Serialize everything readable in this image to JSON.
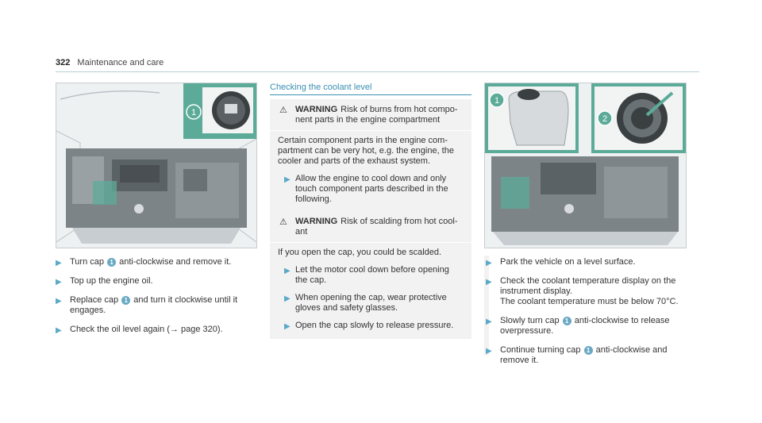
{
  "header": {
    "page_number": "322",
    "section": "Maintenance and care"
  },
  "left": {
    "steps": [
      {
        "pre": "Turn cap ",
        "num": "1",
        "post": " anti-clockwise and remove it."
      },
      {
        "pre": "Top up the engine oil.",
        "num": "",
        "post": ""
      },
      {
        "pre": "Replace cap ",
        "num": "1",
        "post": " and turn it clockwise until it engages."
      },
      {
        "pre": "Check the oil level again (",
        "arrow": "→",
        "post": " page 320)."
      }
    ]
  },
  "middle": {
    "title": "Checking the coolant level",
    "warning1": {
      "icon": "⚠",
      "label": "WARNING",
      "head": "Risk of burns from hot compo-nent parts in the engine compartment",
      "body": "Certain component parts in the engine com-partment can be very hot, e.g. the engine, the cooler and parts of the exhaust system.",
      "steps": [
        "Allow the engine to cool down and only touch component parts described in the following."
      ]
    },
    "warning2": {
      "icon": "⚠",
      "label": "WARNING",
      "head": "Risk of scalding from hot cool-ant",
      "body": "If you open the cap, you could be scalded.",
      "steps": [
        "Let the motor cool down before opening the cap.",
        "When opening the cap, wear protective gloves and safety glasses.",
        "Open the cap slowly to release pressure."
      ]
    }
  },
  "right": {
    "steps": [
      {
        "pre": "Park the vehicle on a level surface.",
        "num": "",
        "post": ""
      },
      {
        "pre": "Check the coolant temperature display on the instrument display.",
        "extra": "The coolant temperature must be below 70°C.",
        "num": "",
        "post": ""
      },
      {
        "pre": "Slowly turn cap ",
        "num": "1",
        "post": " anti-clockwise to release overpressure."
      },
      {
        "pre": "Continue turning cap ",
        "num": "1",
        "post": " anti-clockwise and remove it."
      }
    ]
  },
  "figure_labels": {
    "left_callout": "1",
    "right_callout_1": "1",
    "right_callout_2": "2"
  },
  "bullet_icon": "▶",
  "colors": {
    "accent": "#3a8fb2",
    "callout": "#5cab99",
    "badge": "#6aa9c4"
  }
}
